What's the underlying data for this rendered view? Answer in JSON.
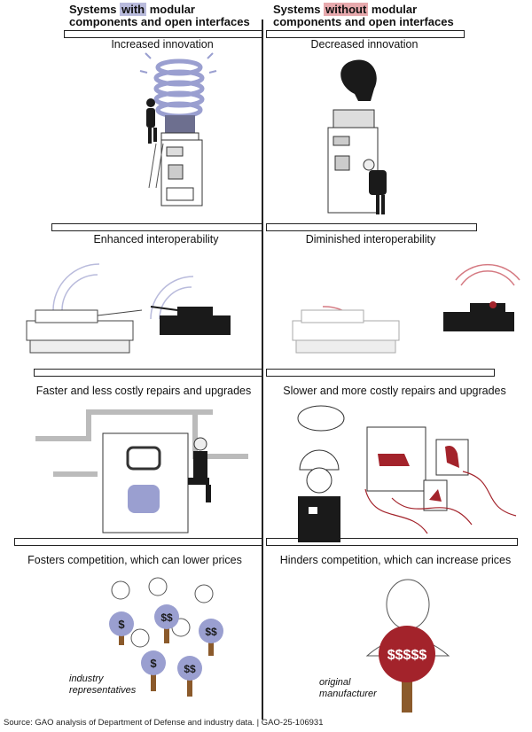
{
  "headers": {
    "left": {
      "pre": "Systems ",
      "highlight": "with",
      "post": " modular",
      "line2": "components and open interfaces"
    },
    "right": {
      "pre": "Systems ",
      "highlight": "without",
      "post": " modular",
      "line2": "components and open interfaces"
    }
  },
  "rows": [
    {
      "left": "Increased innovation",
      "right": "Decreased innovation"
    },
    {
      "left": "Enhanced interoperability",
      "right": "Diminished interoperability"
    },
    {
      "left": "Faster and less costly repairs and upgrades",
      "right": "Slower and more costly repairs and upgrades"
    },
    {
      "left": "Fosters competition, which can lower prices",
      "right": "Hinders competition, which can increase prices"
    }
  ],
  "coins": {
    "left": [
      "$",
      "$$",
      "$$",
      "$",
      "$$"
    ],
    "right": "$$$$$"
  },
  "labels": {
    "industry": [
      "industry",
      "representatives"
    ],
    "manufacturer": [
      "original",
      "manufacturer"
    ]
  },
  "source": "Source: GAO analysis of Department of Defense and industry data.  |  GAO-25-106931",
  "colors": {
    "with": "#b9bbdc",
    "without": "#e7a9ad",
    "red": "#a3232b",
    "blue": "#9a9fd0"
  }
}
